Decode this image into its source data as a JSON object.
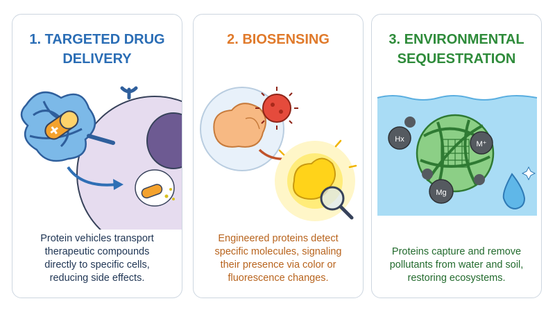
{
  "panels": [
    {
      "title_lines": [
        "1. TARGETED DRUG",
        "DELIVERY"
      ],
      "description_lines": [
        "Protein vehicles transport",
        "therapeutic compounds",
        "directly to specific cells,",
        "reducing side effects."
      ],
      "title_color": "#2a6db5",
      "text_color": "#1f3554"
    },
    {
      "title_lines": [
        "2. BIOSENSING"
      ],
      "description_lines": [
        "Engineered proteins detect",
        "specific molecules, signaling",
        "their presence via color or",
        "fluorescence changes."
      ],
      "title_color": "#e07a2b",
      "text_color": "#b8641e"
    },
    {
      "title_lines": [
        "3. ENVIRONMENTAL",
        "SEQUESTRATION"
      ],
      "description_lines": [
        "Proteins capture and remove",
        "pollutants from water and soil,",
        "restoring ecosystems."
      ],
      "title_color": "#2e8b3a",
      "text_color": "#236b2e"
    }
  ],
  "pollutant_labels": [
    "Hx",
    "M⁺",
    "Mg"
  ],
  "icons": {
    "panel1": [
      "protein-vehicle-icon",
      "capsule-icon",
      "target-cell-icon",
      "receptor-icon",
      "arrow-icon"
    ],
    "panel2": [
      "protein-sensor-icon",
      "virus-icon",
      "glowing-protein-icon",
      "magnifier-icon",
      "arrow-icon"
    ],
    "panel3": [
      "water-icon",
      "protein-net-icon",
      "pollutant-particle-icon",
      "water-drop-icon",
      "sparkle-icon"
    ]
  }
}
